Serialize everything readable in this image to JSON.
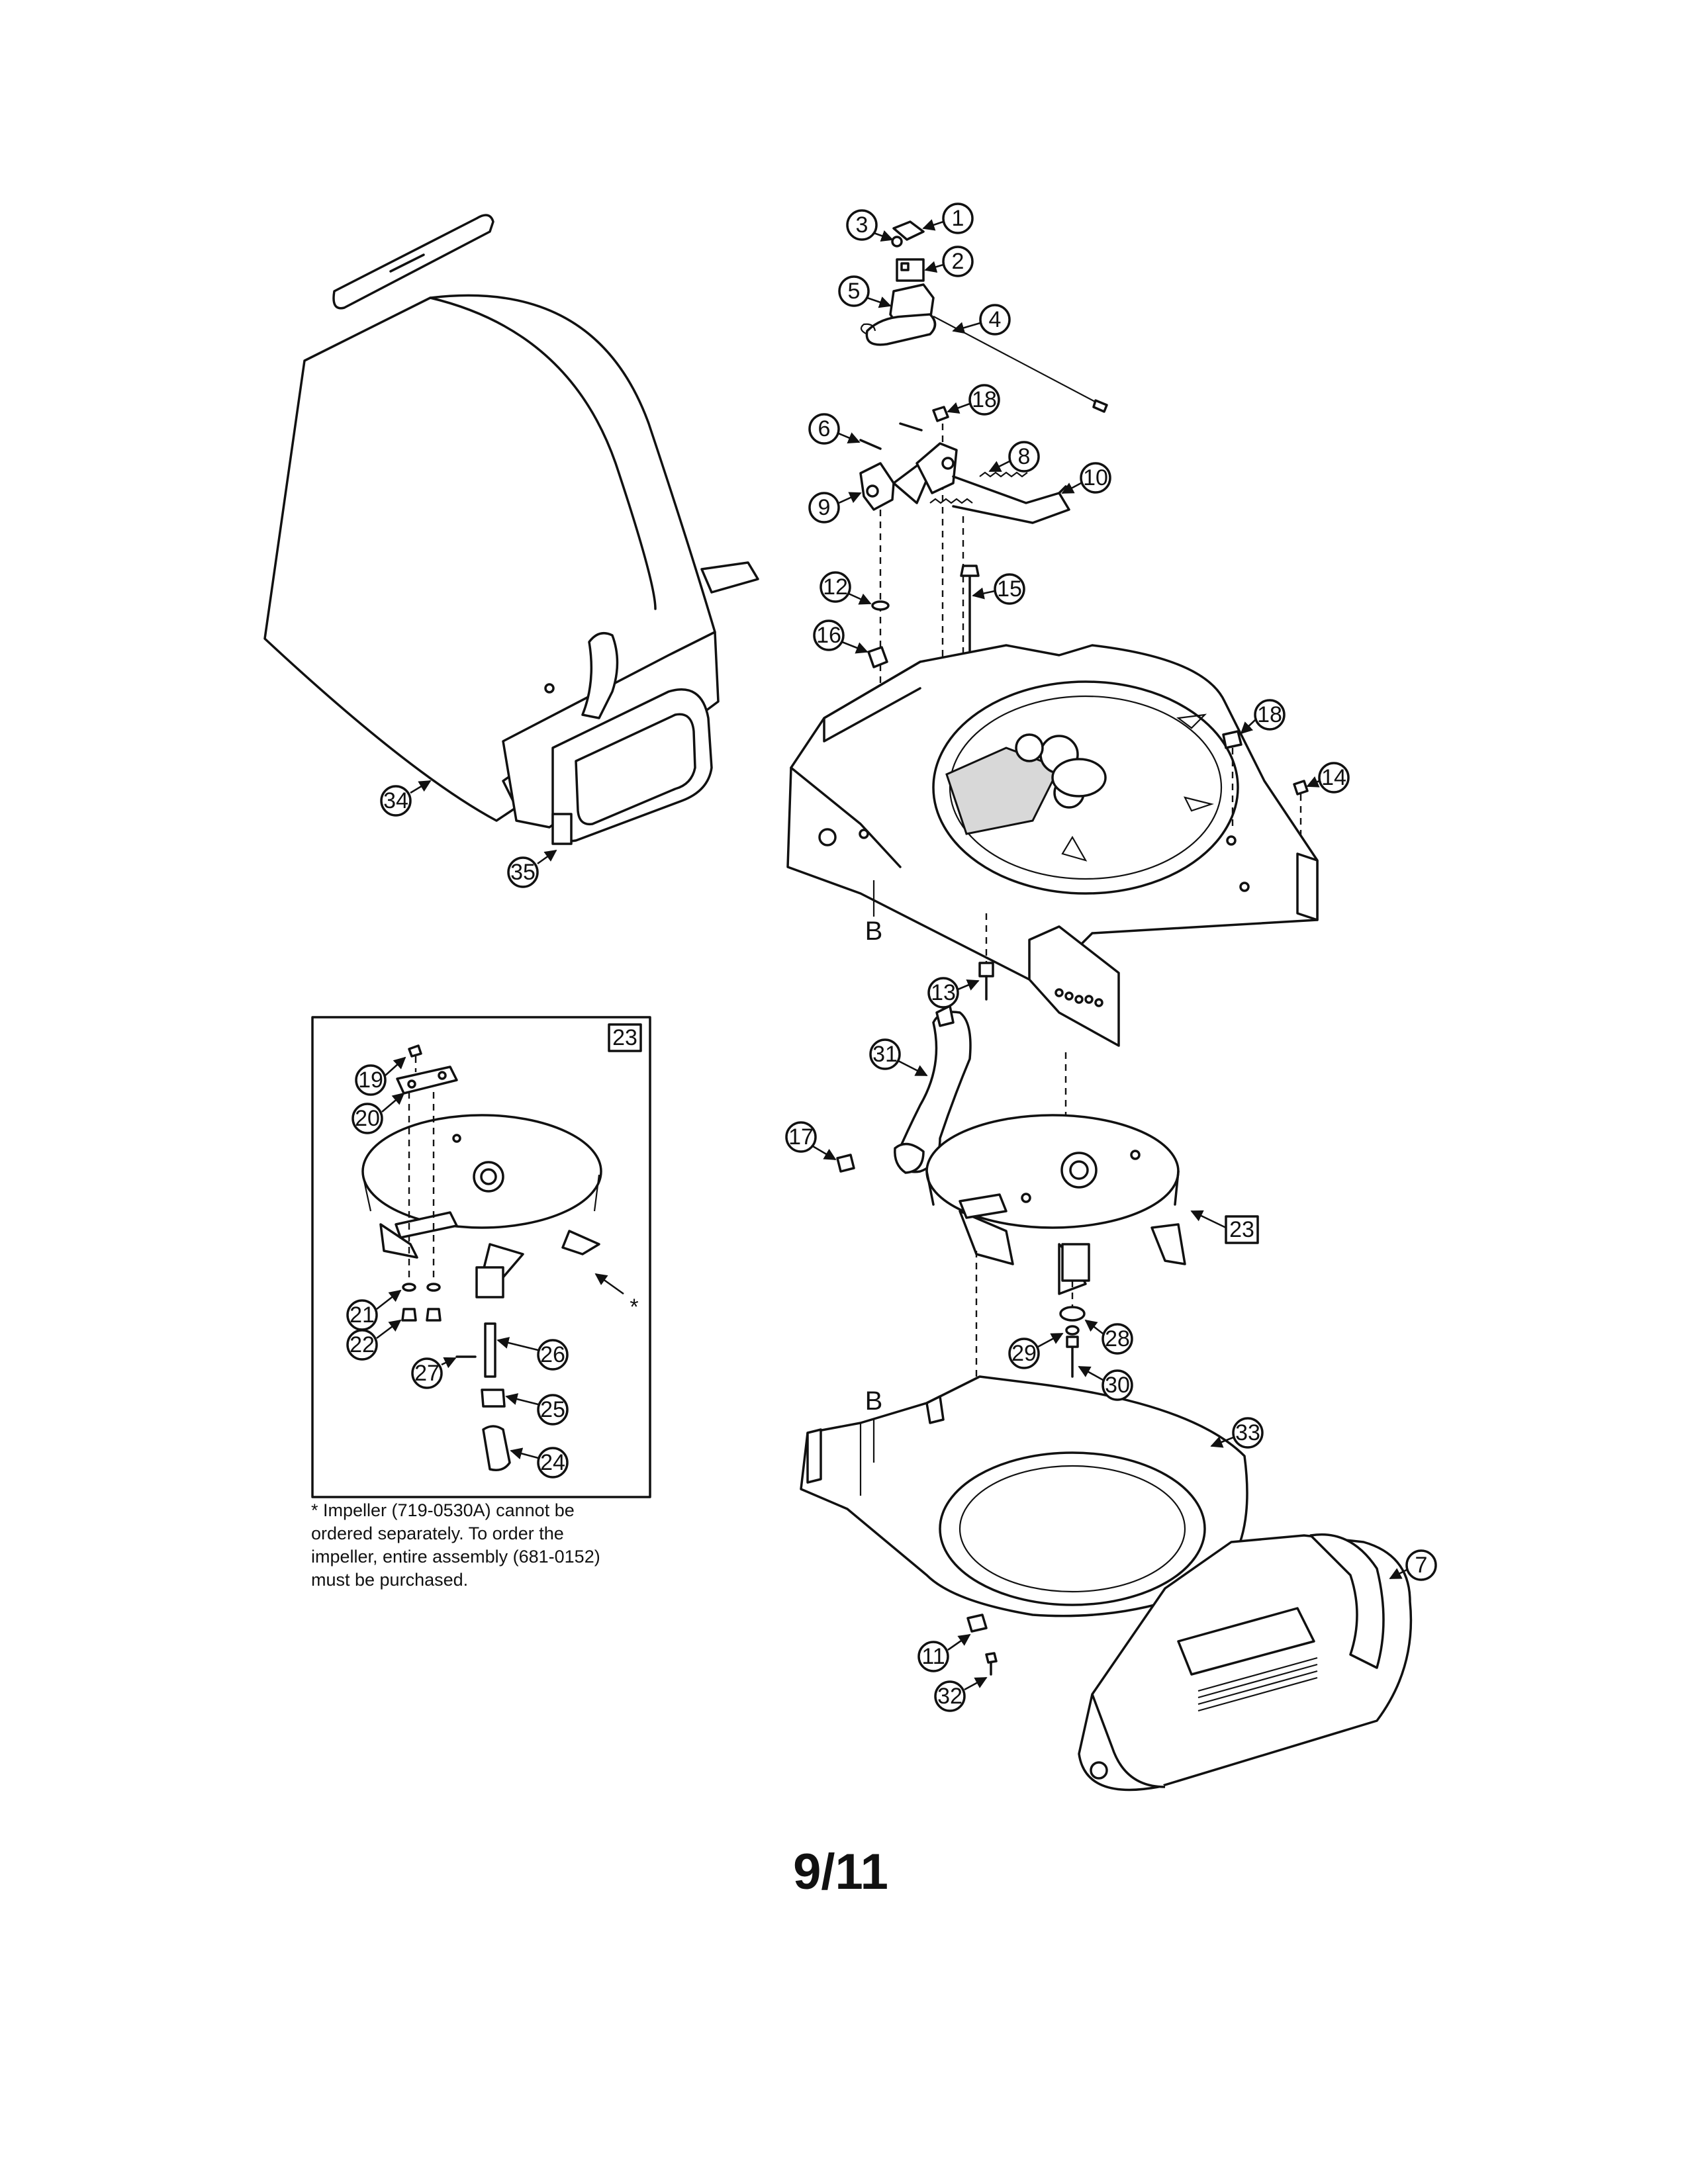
{
  "page": {
    "page_number": "9/11"
  },
  "note": {
    "lines": [
      "* Impeller (719-0530A) cannot be",
      "ordered separately. To order the",
      "impeller, entire assembly (681-0152)",
      "must be purchased."
    ]
  },
  "inset": {
    "box_label": "23",
    "asterisk": "*"
  },
  "main_box_label": "23",
  "reference_marks": {
    "top": "B",
    "bottom": "B"
  },
  "callouts": {
    "c1": "1",
    "c2": "2",
    "c3": "3",
    "c4": "4",
    "c5": "5",
    "c6": "6",
    "c7": "7",
    "c8": "8",
    "c9": "9",
    "c10": "10",
    "c11": "11",
    "c12": "12",
    "c13": "13",
    "c14": "14",
    "c15": "15",
    "c16": "16",
    "c17": "17",
    "c18a": "18",
    "c18b": "18",
    "c19": "19",
    "c20": "20",
    "c21": "21",
    "c22": "22",
    "c24": "24",
    "c25": "25",
    "c26": "26",
    "c27": "27",
    "c28": "28",
    "c29": "29",
    "c30": "30",
    "c31": "31",
    "c32": "32",
    "c33": "33",
    "c34": "34",
    "c35": "35"
  }
}
